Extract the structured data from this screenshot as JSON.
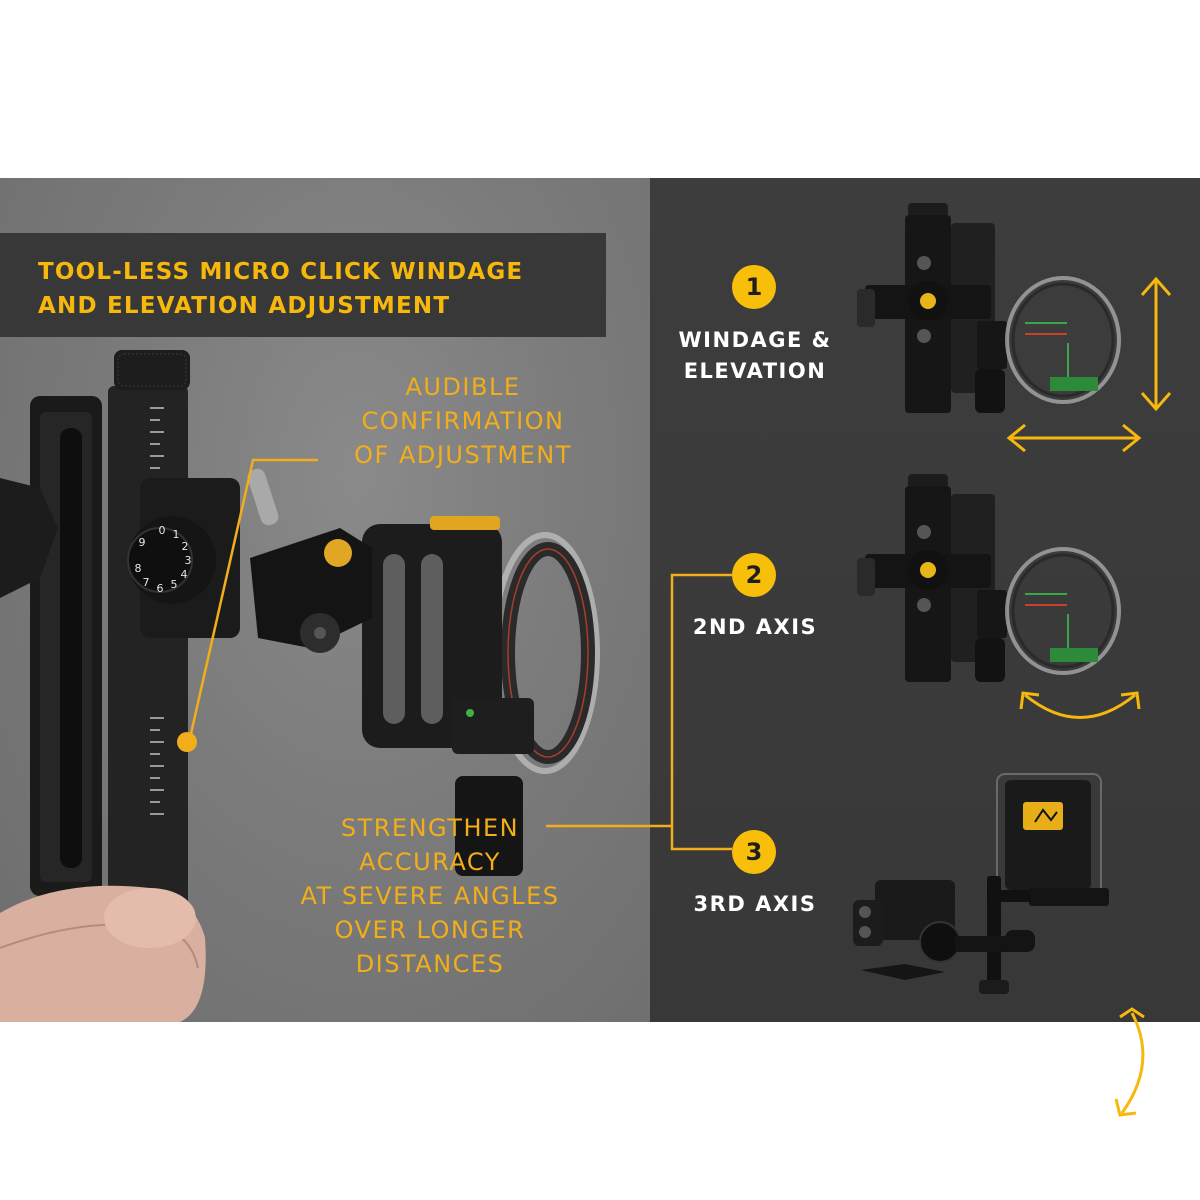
{
  "header": {
    "title": "TOOL-LESS MICRO CLICK WINDAGE\nAND ELEVATION ADJUSTMENT"
  },
  "callouts": {
    "audible": "AUDIBLE\nCONFIRMATION\nOF ADJUSTMENT",
    "strengthen": "STRENGTHEN\nACCURACY\nAT SEVERE ANGLES\nOVER LONGER\nDISTANCES"
  },
  "steps": [
    {
      "number": "1",
      "label": "WINDAGE &\nELEVATION",
      "arrow": "vertical-and-horizontal-arrows"
    },
    {
      "number": "2",
      "label": "2ND AXIS",
      "arrow": "curved-horizontal-arrow"
    },
    {
      "number": "3",
      "label": "3RD AXIS",
      "arrow": "curved-vertical-arrow"
    }
  ],
  "colors": {
    "accent": "#f8bf0a",
    "callout_text": "#f2ae1a",
    "left_bg": "#7b7b7b",
    "right_bg": "#3b3b3b",
    "header_bg": "#383838",
    "step_text": "#ffffff"
  },
  "dial_numbers": "0123456789"
}
